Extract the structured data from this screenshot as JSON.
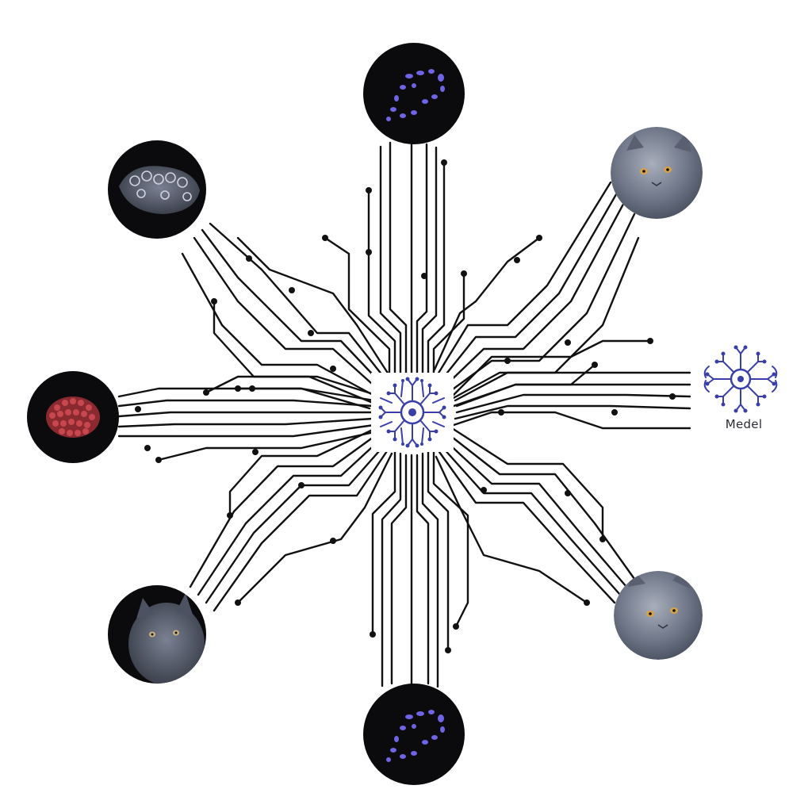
{
  "legend": {
    "model_label": "Medel"
  },
  "colors": {
    "background": "#ffffff",
    "trace": "#111111",
    "hub_blue": "#3a3fa8",
    "node_dark": "#0b0b0d",
    "cat_gray": "#6f7788",
    "dots_violet": "#6f63e6",
    "cluster_red": "#c8464e"
  },
  "icons": {
    "hub": "neural-network-icon",
    "model": "neural-network-icon"
  },
  "nodes": [
    {
      "id": "top",
      "content": "violet-dots"
    },
    {
      "id": "upper-left",
      "content": "tissue-scan"
    },
    {
      "id": "upper-right",
      "content": "gray-cat-face"
    },
    {
      "id": "left",
      "content": "red-cell-cluster"
    },
    {
      "id": "lower-left",
      "content": "gray-cat-face"
    },
    {
      "id": "bottom",
      "content": "violet-dots"
    },
    {
      "id": "lower-right",
      "content": "gray-cat-face"
    }
  ]
}
